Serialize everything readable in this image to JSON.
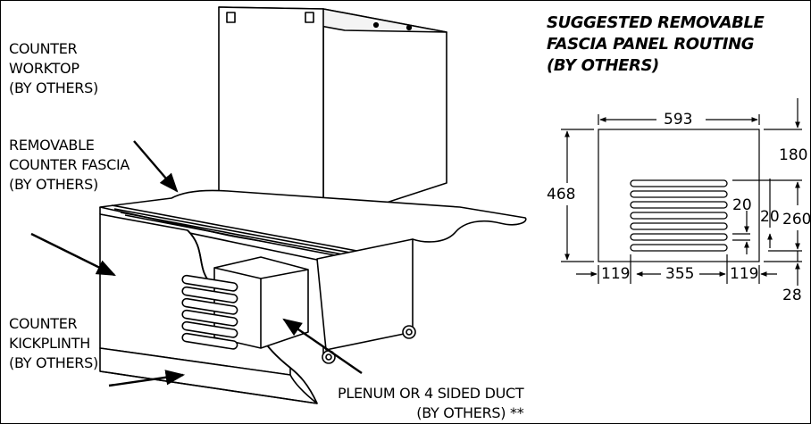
{
  "labels": {
    "counter_worktop": [
      "COUNTER",
      "WORKTOP",
      "(BY OTHERS)"
    ],
    "removable_fascia": [
      "REMOVABLE",
      "COUNTER FASCIA",
      "(BY OTHERS)"
    ],
    "kickplinth": [
      "COUNTER",
      "KICKPLINTH",
      "(BY OTHERS)"
    ],
    "plenum": [
      "PLENUM OR 4 SIDED DUCT",
      "(BY OTHERS) **"
    ]
  },
  "routing": {
    "title": [
      "SUGGESTED REMOVABLE",
      "FASCIA PANEL ROUTING",
      "(BY OTHERS)"
    ],
    "dimensions": {
      "width": "593",
      "height": "468",
      "top_offset": "180",
      "slot_zone_height": "260",
      "slot_height": "20",
      "slot_gap": "20",
      "bottom_offset": "28",
      "left_margin": "119",
      "slot_width": "355",
      "right_margin": "119"
    }
  }
}
